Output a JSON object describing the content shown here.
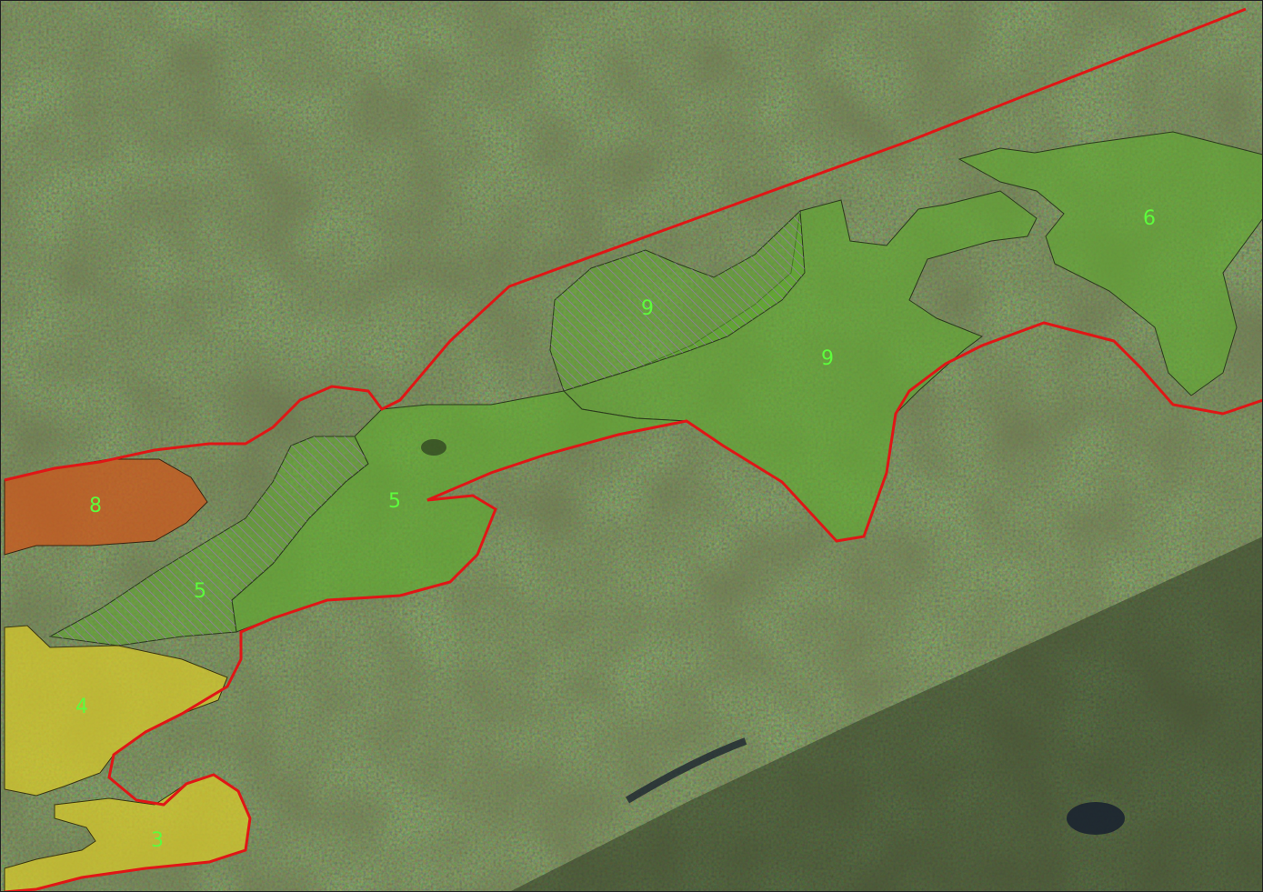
{
  "map": {
    "colors": {
      "boundary": "#e01616",
      "zone_green": "#5faa2e",
      "zone_orange": "#c9581e",
      "zone_yellow": "#d9cb2a",
      "label": "#5dfc3c",
      "hatch": "#9a7ab0",
      "terrain_dark": "#2e3b22",
      "terrain_light": "#6e7a44"
    },
    "zones": [
      {
        "id": "zone-9-hatched",
        "label": "9",
        "fill": "green",
        "hatched": true
      },
      {
        "id": "zone-9",
        "label": "9",
        "fill": "green",
        "hatched": false
      },
      {
        "id": "zone-6",
        "label": "6",
        "fill": "green",
        "hatched": false
      },
      {
        "id": "zone-5-center",
        "label": "5",
        "fill": "green",
        "hatched": false
      },
      {
        "id": "zone-5-west",
        "label": "5",
        "fill": "green",
        "hatched": true
      },
      {
        "id": "zone-8",
        "label": "8",
        "fill": "orange",
        "hatched": false
      },
      {
        "id": "zone-4",
        "label": "4",
        "fill": "yellow",
        "hatched": false
      },
      {
        "id": "zone-3",
        "label": "3",
        "fill": "yellow",
        "hatched": false
      }
    ]
  }
}
